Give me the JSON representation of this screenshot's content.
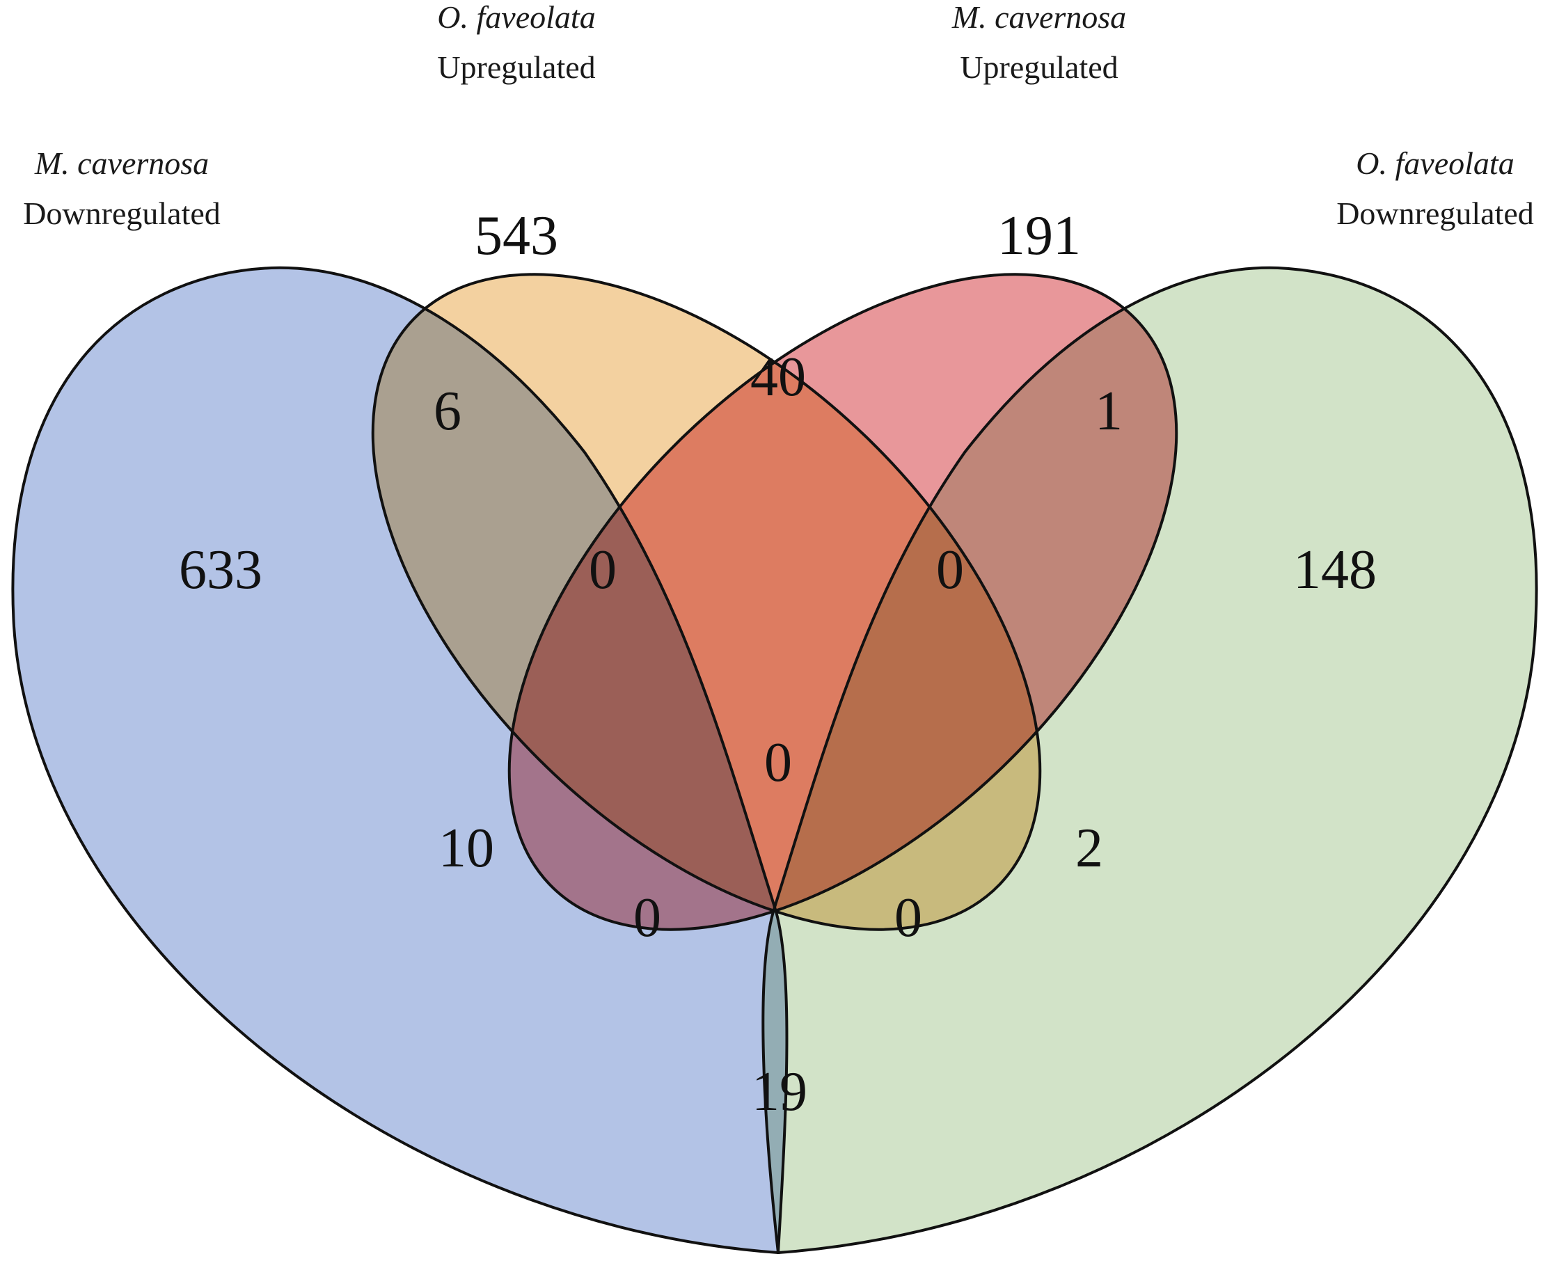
{
  "sets": [
    {
      "key": "mcav_down",
      "species": "M. cavernosa",
      "direction": "Downregulated",
      "color": "#b3c3e6"
    },
    {
      "key": "ofav_up",
      "species": "O. faveolata",
      "direction": "Upregulated",
      "color": "#f3d1a0"
    },
    {
      "key": "mcav_up",
      "species": "M. cavernosa",
      "direction": "Upregulated",
      "color": "#e8979a"
    },
    {
      "key": "ofav_down",
      "species": "O. faveolata",
      "direction": "Downregulated",
      "color": "#d2e3c8"
    }
  ],
  "regions": [
    {
      "key": "mcav_down_only",
      "value": "633"
    },
    {
      "key": "ofav_up_only",
      "value": "543"
    },
    {
      "key": "mcav_up_only",
      "value": "191"
    },
    {
      "key": "ofav_down_only",
      "value": "148"
    },
    {
      "key": "mcav_down_ofav_up",
      "value": "6"
    },
    {
      "key": "ofav_up_mcav_up",
      "value": "40"
    },
    {
      "key": "mcav_up_ofav_down",
      "value": "1"
    },
    {
      "key": "mcav_down_ofav_up_mcav_up",
      "value": "0"
    },
    {
      "key": "ofav_up_mcav_up_ofav_down",
      "value": "0"
    },
    {
      "key": "all_four",
      "value": "0"
    },
    {
      "key": "mcav_down_mcav_up",
      "value": "10"
    },
    {
      "key": "ofav_up_ofav_down",
      "value": "2"
    },
    {
      "key": "mcav_down_mcav_up_ofav_down",
      "value": "0"
    },
    {
      "key": "mcav_down_ofav_up_ofav_down",
      "value": "0"
    },
    {
      "key": "mcav_down_ofav_down",
      "value": "19"
    }
  ]
}
